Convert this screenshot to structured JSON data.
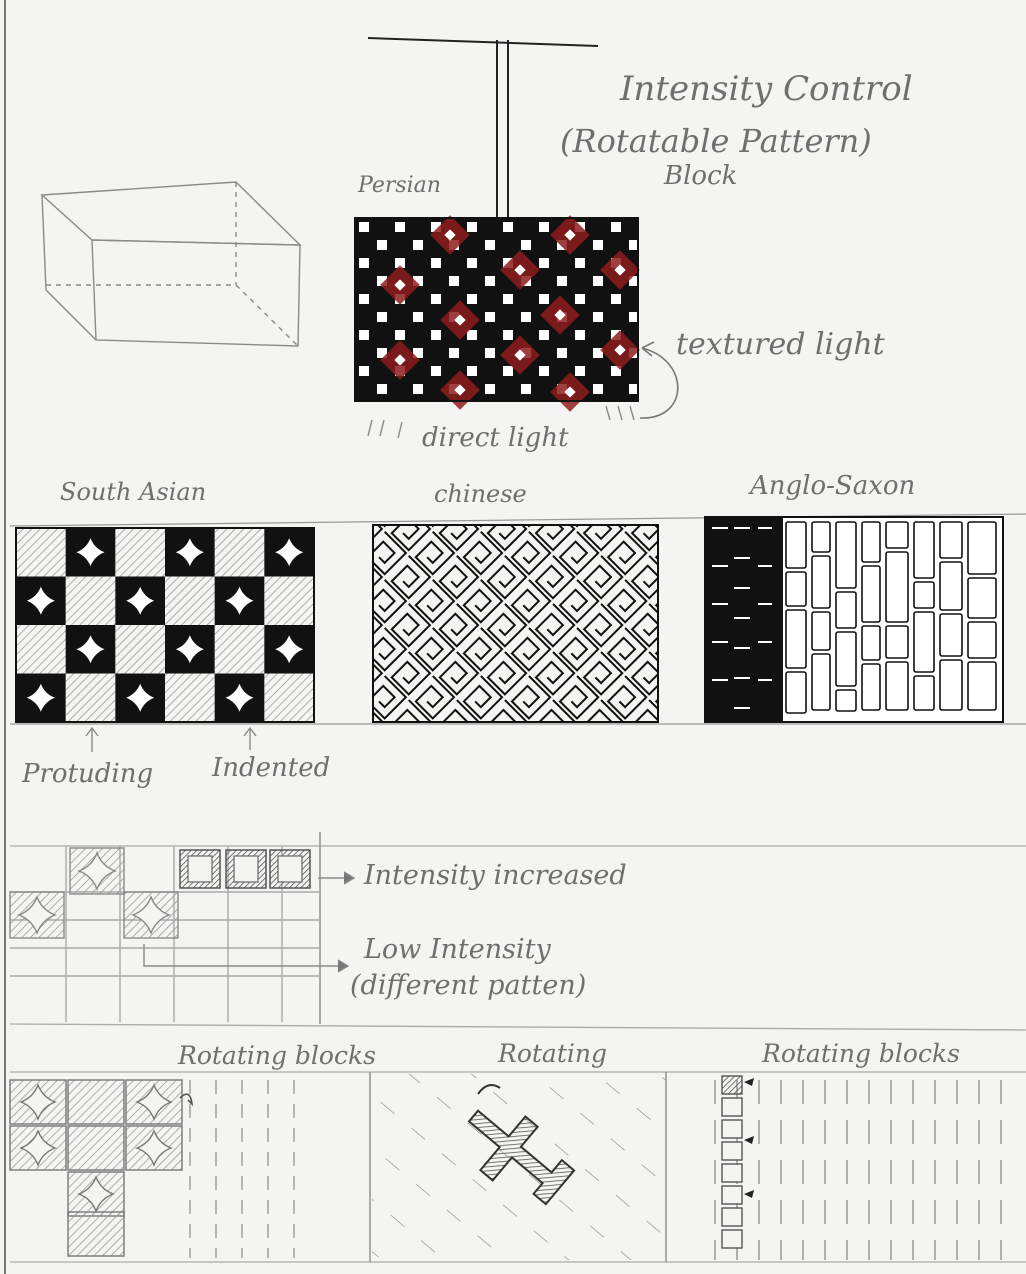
{
  "title": {
    "line1": "Intensity Control",
    "line2": "(Rotatable Pattern)",
    "line3": "Block"
  },
  "persian": {
    "label": "Persian",
    "textured_light_label": "textured light",
    "direct_light_label": "direct light"
  },
  "patterns": {
    "south_asian": "South Asian",
    "chinese": "chinese",
    "anglo_saxon": "Anglo-Saxon"
  },
  "south_asian_notes": {
    "protruding": "Protuding",
    "indented": "Indented"
  },
  "intensity": {
    "increased": "Intensity increased",
    "low_line1": "Low Intensity",
    "low_line2": "(different patten)"
  },
  "rotating": {
    "left": "Rotating blocks",
    "middle": "Rotating",
    "right": "Rotating blocks"
  },
  "colors": {
    "ink": "#111111",
    "pencil": "#8a8a8a",
    "red_accent": "#8e1c1c",
    "paper": "#f4f4f2"
  }
}
